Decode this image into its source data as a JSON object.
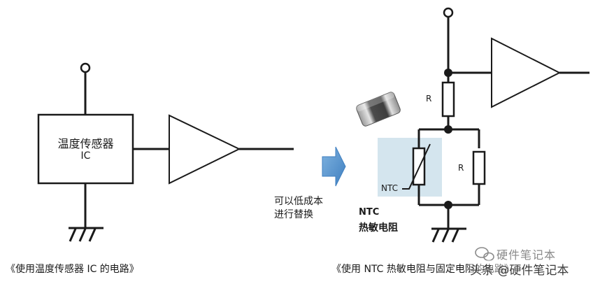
{
  "left_circuit": {
    "ic_label_line1": "温度传感器",
    "ic_label_line2": "IC",
    "caption": "《使用温度传感器 IC 的电路》"
  },
  "transition": {
    "text_line1": "可以低成本",
    "text_line2": "进行替换"
  },
  "right_circuit": {
    "resistor_top_label": "R",
    "resistor_side_label": "R",
    "ntc_label": "NTC",
    "component_title_line1": "NTC",
    "component_title_line2": "热敏电阻",
    "caption": "《使用 NTC 热敏电阻与固定电阻的电路》"
  },
  "watermark": {
    "wechat_text": "硬件笔记本",
    "toutiao_text": "头条 @硬件笔记本"
  },
  "colors": {
    "line": "#1a1a1a",
    "ntc_highlight": "#cfe2ec",
    "arrow": "#5b9bd5",
    "watermark": "#8a8a8a"
  }
}
